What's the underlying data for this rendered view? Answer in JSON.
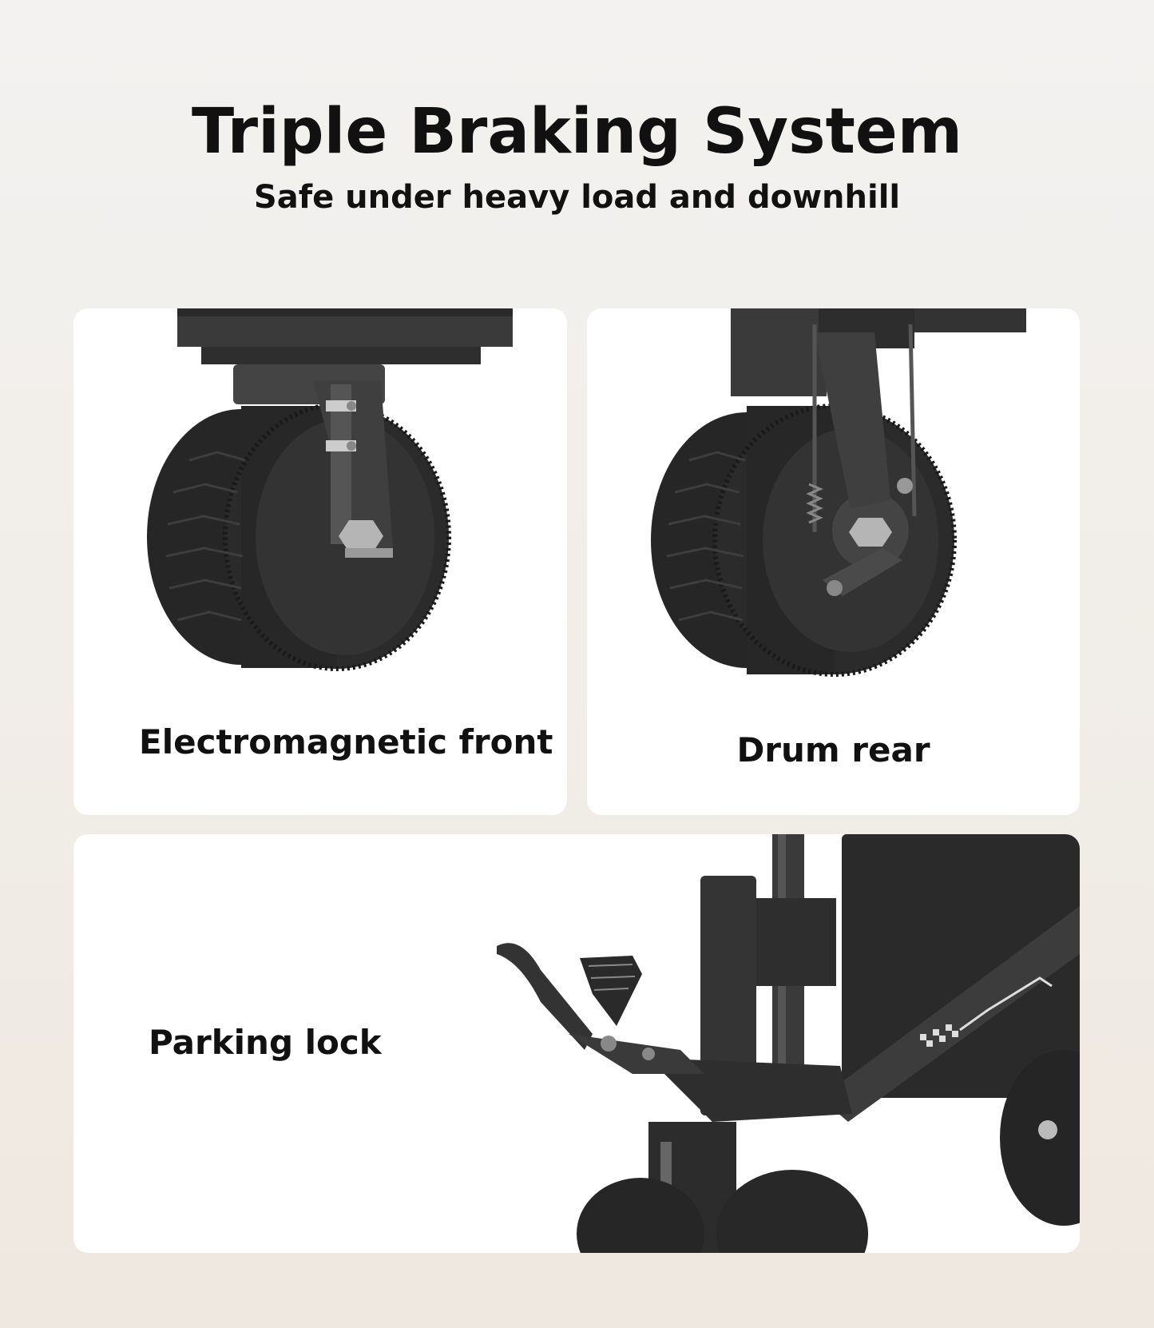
{
  "header": {
    "title": "Triple Braking System",
    "subtitle": "Safe under heavy load and downhill"
  },
  "cards": {
    "front": {
      "label": "Electromagnetic front",
      "image": "front-wheel-brake"
    },
    "rear": {
      "label": "Drum rear",
      "image": "rear-drum-brake"
    },
    "parking": {
      "label": "Parking lock",
      "image": "parking-lock-pedal"
    }
  },
  "colors": {
    "background": "#f1ece6",
    "card": "#ffffff",
    "text": "#111111",
    "tire": "#262626",
    "metal": "#3a3a3a"
  }
}
